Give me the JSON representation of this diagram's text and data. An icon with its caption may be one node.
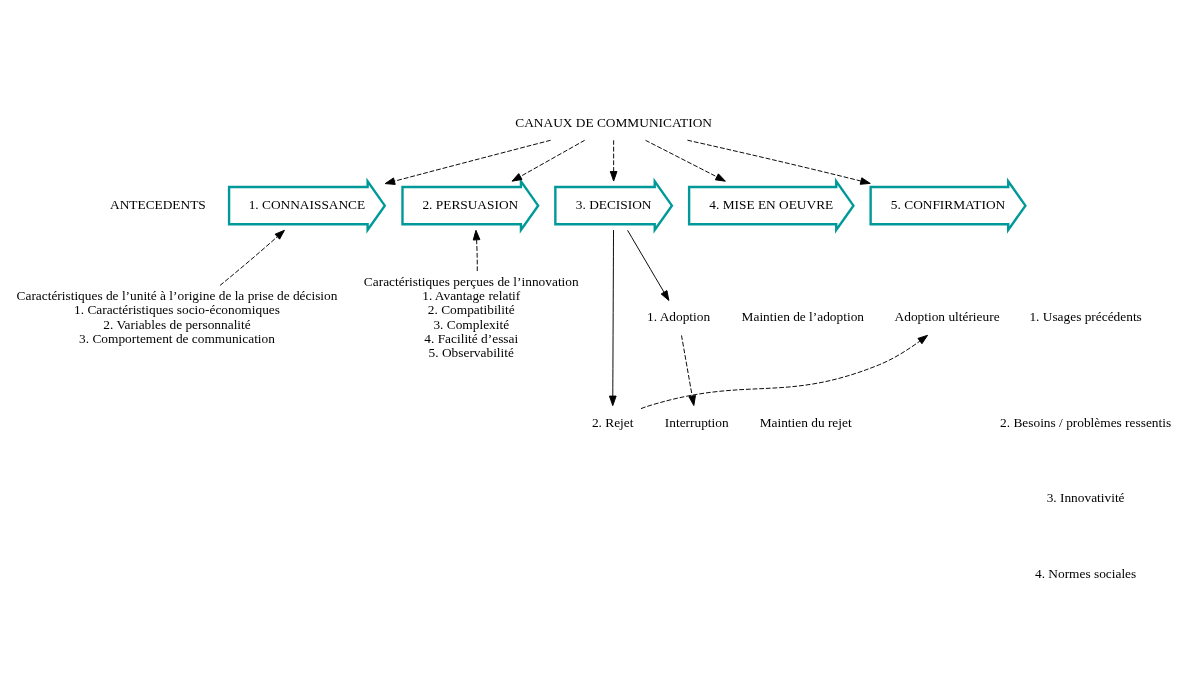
{
  "diagram": {
    "nodes": [
      {
        "text": [
          "CANAUX DE COMMUNICATION"
        ]
      },
      {
        "text": [
          "1. CONNAISSANCE"
        ]
      },
      {
        "text": [
          "2. PERSUASION"
        ]
      },
      {
        "text": [
          "3. DECISION"
        ]
      },
      {
        "text": [
          "4. MISE EN OEUVRE"
        ]
      },
      {
        "text": [
          "5. CONFIRMATION"
        ]
      },
      {
        "text": [
          "Caractéristiques de l’unité à l’origine de la prise de décision",
          "1. Caractéristiques socio-économiques",
          "2. Variables de personnalité",
          "3. Comportement de communication"
        ]
      },
      {
        "text": [
          "Caractéristiques perçues de l’innovation",
          "1. Avantage relatif",
          "2. Compatibilité",
          "3. Complexité",
          "4. Facilité d’essai",
          "5. Observabilité"
        ]
      },
      {
        "text": [
          "1. Adoption"
        ]
      },
      {
        "text": [
          "2. Rejet"
        ]
      },
      {
        "text": [
          "Adoption ultérieure"
        ]
      },
      {
        "text": [
          "Interruption"
        ]
      }
    ],
    "edges": [
      {
        "from": 0,
        "to": 1,
        "arrow": "to",
        "style": "dashed"
      },
      {
        "from": 0,
        "to": 2,
        "arrow": "to",
        "style": "dashed"
      },
      {
        "from": 0,
        "to": 3,
        "arrow": "to",
        "style": "dashed"
      },
      {
        "from": 0,
        "to": 4,
        "arrow": "to",
        "style": "dashed"
      },
      {
        "from": 0,
        "to": 5,
        "arrow": "to",
        "style": "dashed"
      },
      {
        "from": 6,
        "to": 1,
        "arrow": "to",
        "style": "dashed"
      },
      {
        "from": 7,
        "to": 2,
        "arrow": "to",
        "style": "dashed"
      },
      {
        "from": 3,
        "to": 8,
        "arrow": "to"
      },
      {
        "from": 3,
        "to": 9,
        "arrow": "to"
      },
      {
        "from": 9,
        "to": 10,
        "arrow": "to",
        "style": "dashed"
      },
      {
        "from": 8,
        "to": 11,
        "arrow": "to",
        "style": "dashed"
      }
    ],
    "labels": [
      "ANTECEDENTS",
      "1. Usages précédents",
      "2. Besoins / problèmes ressentis",
      "3. Innovativité",
      "4. Normes sociales",
      "Maintien de l’adoption",
      "Maintien du rejet"
    ]
  }
}
